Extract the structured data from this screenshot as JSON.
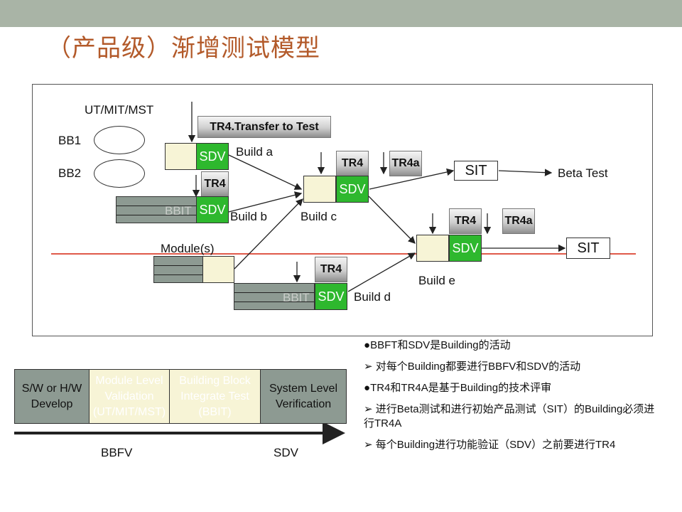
{
  "title": "（产品级）渐增测试模型",
  "diagram": {
    "ut_label": "UT/MIT/MST",
    "bb1": "BB1",
    "bb2": "BB2",
    "tr4_transfer": "TR4.Transfer to Test",
    "sdv": "SDV",
    "bbit": "BBIT",
    "tr4": "TR4",
    "tr4a": "TR4a",
    "build_a": "Build  a",
    "build_b": "Build b",
    "build_c": "Build  c",
    "build_d": "Build  d",
    "build_e": "Build  e",
    "sit": "SIT",
    "beta_test": "Beta    Test",
    "modules": "Module(s)"
  },
  "process": {
    "stages": [
      {
        "label": "S/W or H/W Develop"
      },
      {
        "label": "Module Level Validation (UT/MIT/MST)"
      },
      {
        "label": "Building Block Integrate Test (BBIT)"
      },
      {
        "label": "System  Level Verification"
      }
    ],
    "milestones": [
      "BBFV",
      "SDV"
    ]
  },
  "notes": [
    {
      "bullet": "●",
      "text": "BBFT和SDV是Building的活动"
    },
    {
      "bullet": "➢",
      "text": "  对每个Building都要进行BBFV和SDV的活动"
    },
    {
      "bullet": "●",
      "text": "TR4和TR4A是基于Building的技术评审"
    },
    {
      "bullet": "➢",
      "text": "  进行Beta测试和进行初始产品测试（SIT）的Building必须进行TR4A"
    },
    {
      "bullet": "➢",
      "text": "  每个Building进行功能验证（SDV）之前要进行TR4"
    }
  ],
  "colors": {
    "title": "#b35a2a",
    "header_bar": "#a9b4a6",
    "sdv_green": "#2eb82e",
    "red_line": "#e05a4a",
    "gray_block": "#8d9a92"
  }
}
